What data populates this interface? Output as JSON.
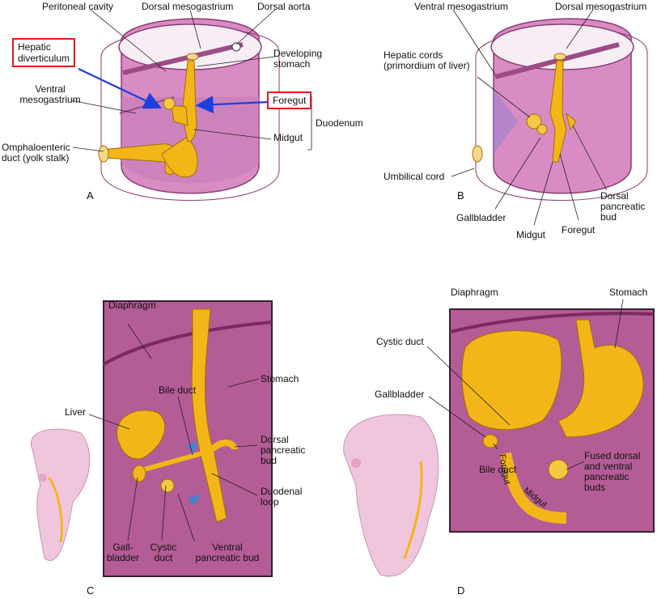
{
  "panels": [
    "A",
    "B",
    "C",
    "D"
  ],
  "panel_a": {
    "peritoneal_cavity": "Peritoneal cavity",
    "dorsal_mesogastrium": "Dorsal mesogastrium",
    "dorsal_aorta": "Dorsal aorta",
    "hepatic_diverticulum": [
      "Hepatic",
      "diverticulum"
    ],
    "developing_stomach": [
      "Developing",
      "stomach"
    ],
    "ventral_mesogastrium": [
      "Ventral",
      "mesogastrium"
    ],
    "foregut": "Foregut",
    "duodenum": "Duodenum",
    "midgut": "Midgut",
    "omphaloenteric_duct": [
      "Omphaloenteric",
      "duct (yolk stalk)"
    ]
  },
  "panel_b": {
    "ventral_mesogastrium": "Ventral mesogastrium",
    "dorsal_mesogastrium": "Dorsal mesogastrium",
    "hepatic_cords": [
      "Hepatic cords",
      "(primordium of liver)"
    ],
    "umbilical_cord": "Umbilical cord",
    "gallbladder": "Gallbladder",
    "midgut": "Midgut",
    "foregut": "Foregut",
    "dorsal_pancreatic_bud": [
      "Dorsal",
      "pancreatic",
      "bud"
    ]
  },
  "panel_c": {
    "diaphragm": "Diaphragm",
    "bile_duct": "Bile duct",
    "stomach": "Stomach",
    "liver": "Liver",
    "dorsal_pancreatic_bud": [
      "Dorsal",
      "pancreatic",
      "bud"
    ],
    "duodenal_loop": [
      "Duodenal",
      "loop"
    ],
    "gallbladder": [
      "Gall-",
      "bladder"
    ],
    "cystic_duct": [
      "Cystic",
      "duct"
    ],
    "ventral_pancreatic_bud": [
      "Ventral",
      "pancreatic bud"
    ]
  },
  "panel_d": {
    "diaphragm": "Diaphragm",
    "stomach": "Stomach",
    "cystic_duct": "Cystic duct",
    "gallbladder": "Gallbladder",
    "bile_duct": "Bile duct",
    "foregut": "Foregut",
    "midgut": "Midgut",
    "fused_buds": [
      "Fused dorsal",
      "and ventral",
      "pancreatic",
      "buds"
    ]
  },
  "colors": {
    "mesentery": "#cf6fb0",
    "gut": "#f2b619",
    "background_inset": "#b45c96",
    "highlight_box": "#e01b1b",
    "arrow": "#1c3fe0"
  }
}
